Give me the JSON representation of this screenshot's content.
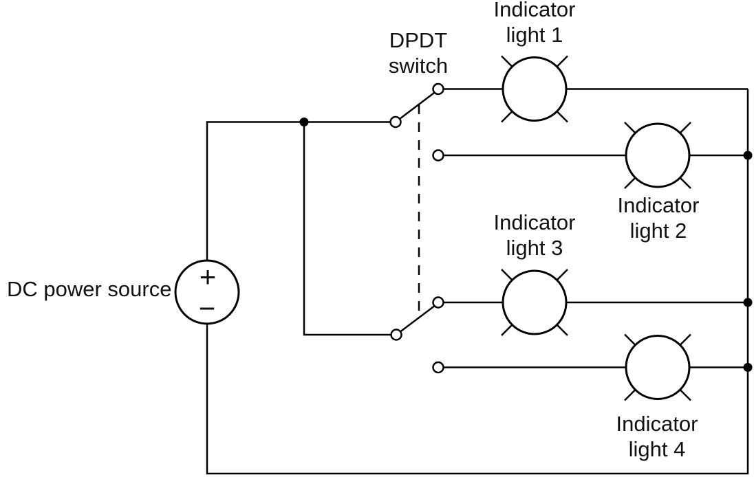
{
  "background": "#ffffff",
  "line_color": "#000000",
  "labels": {
    "power_source": "DC power source",
    "switch": "DPDT\nswitch",
    "light1": "Indicator\nlight 1",
    "light2": "Indicator\nlight 2",
    "light3": "Indicator\nlight 3",
    "light4": "Indicator\nlight 4",
    "plus": "+",
    "minus": "−"
  }
}
